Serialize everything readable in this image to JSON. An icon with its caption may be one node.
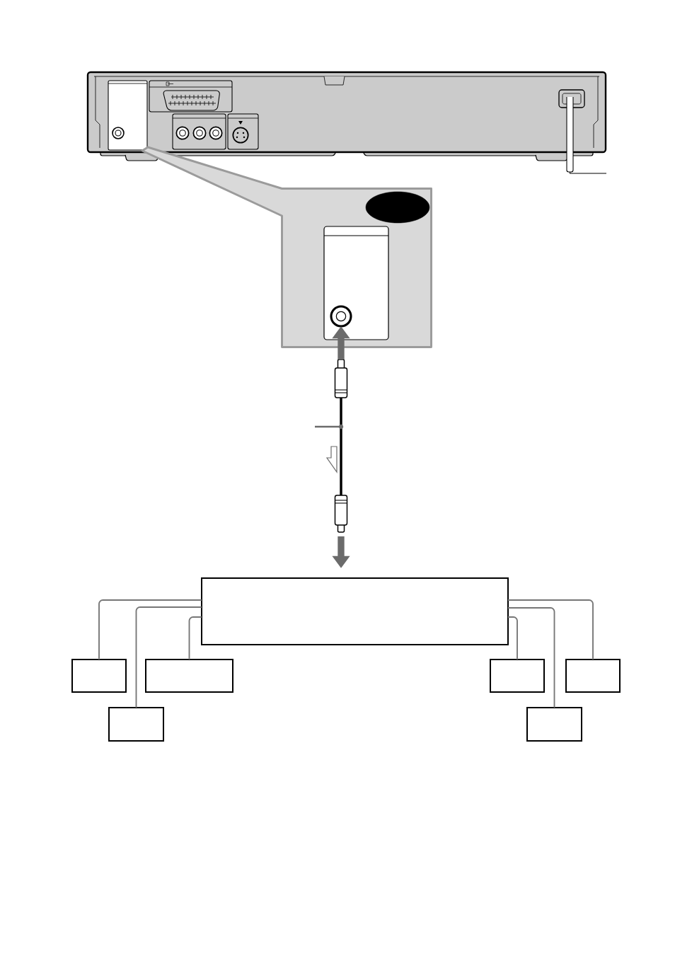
{
  "diagram": {
    "nodes": [
      {
        "text": [],
        "shape": "picture"
      },
      {
        "text": [],
        "shape": "box"
      },
      {
        "text": [],
        "shape": "ellipse",
        "in": 1
      },
      {
        "text": [],
        "shape": "box",
        "in": 1
      },
      {
        "text": [],
        "shape": "circle",
        "in": 3
      },
      {
        "text": [],
        "shape": "picture"
      },
      {
        "text": [],
        "shape": "box"
      },
      {
        "text": [],
        "shape": "box"
      },
      {
        "text": [],
        "shape": "box"
      },
      {
        "text": [],
        "shape": "box"
      },
      {
        "text": [],
        "shape": "box"
      },
      {
        "text": [],
        "shape": "box"
      },
      {
        "text": [],
        "shape": "box"
      }
    ],
    "edges": [
      {
        "from": 5,
        "to": 4,
        "arrow": "to",
        "style": "thick"
      },
      {
        "from": 5,
        "to": 6,
        "arrow": "to",
        "style": "thick"
      },
      {
        "from": 6,
        "to": 7,
        "arrow": "none"
      },
      {
        "from": 6,
        "to": 8,
        "arrow": "none"
      },
      {
        "from": 6,
        "to": 9,
        "arrow": "none"
      },
      {
        "from": 6,
        "to": 10,
        "arrow": "none"
      },
      {
        "from": 6,
        "to": 11,
        "arrow": "none"
      },
      {
        "from": 6,
        "to": 12,
        "arrow": "none"
      },
      {
        "from": null,
        "to": 5,
        "arrow": "none"
      }
    ]
  }
}
